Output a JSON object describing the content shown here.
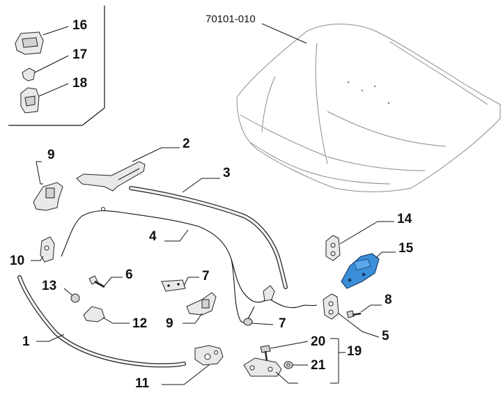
{
  "diagram": {
    "hood_code": "70101-010",
    "labels": {
      "p1": "1",
      "p2": "2",
      "p3": "3",
      "p4": "4",
      "p5": "5",
      "p6": "6",
      "p7a": "7",
      "p7b": "7",
      "p8": "8",
      "p9a": "9",
      "p9b": "9",
      "p10": "10",
      "p11": "11",
      "p12": "12",
      "p13": "13",
      "p14": "14",
      "p15": "15",
      "p16": "16",
      "p17": "17",
      "p18": "18",
      "p19": "19",
      "p20": "20",
      "p21": "21"
    },
    "highlight_color": "#3a8fd8"
  }
}
